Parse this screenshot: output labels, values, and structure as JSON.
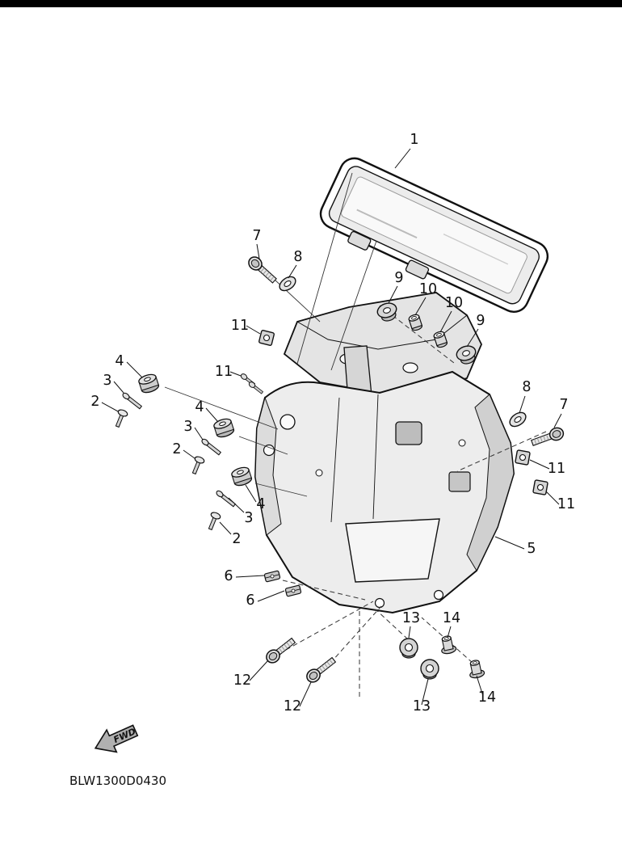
{
  "page": {
    "background": "#ffffff",
    "top_bar_color": "#000000",
    "line_color": "#111111",
    "bracket_fill": "#ededed",
    "bracket_shade": "#d0d0d0"
  },
  "diagram": {
    "part_code": "BLW1300D0430",
    "fwd_label": "FWD"
  },
  "callouts": [
    {
      "label": "1"
    },
    {
      "label": "7"
    },
    {
      "label": "8"
    },
    {
      "label": "9"
    },
    {
      "label": "10"
    },
    {
      "label": "10"
    },
    {
      "label": "9"
    },
    {
      "label": "11"
    },
    {
      "label": "11"
    },
    {
      "label": "4"
    },
    {
      "label": "3"
    },
    {
      "label": "2"
    },
    {
      "label": "4"
    },
    {
      "label": "3"
    },
    {
      "label": "2"
    },
    {
      "label": "4"
    },
    {
      "label": "3"
    },
    {
      "label": "2"
    },
    {
      "label": "8"
    },
    {
      "label": "7"
    },
    {
      "label": "11"
    },
    {
      "label": "11"
    },
    {
      "label": "5"
    },
    {
      "label": "6"
    },
    {
      "label": "6"
    },
    {
      "label": "13"
    },
    {
      "label": "14"
    },
    {
      "label": "12"
    },
    {
      "label": "12"
    },
    {
      "label": "13"
    },
    {
      "label": "14"
    }
  ]
}
